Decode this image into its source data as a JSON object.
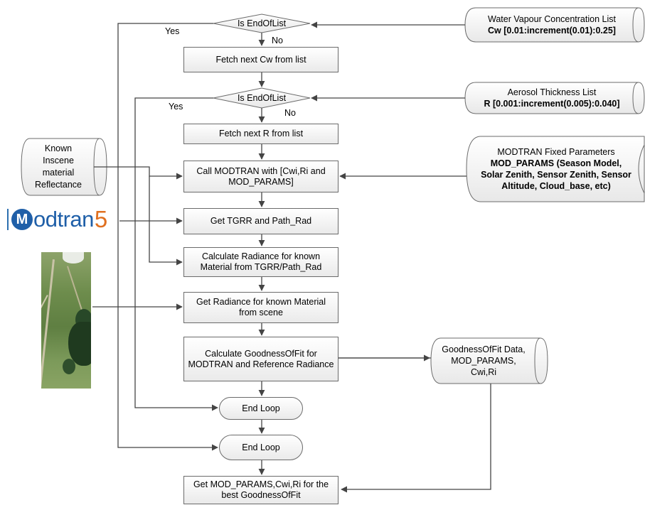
{
  "diagram": {
    "decisions": {
      "d1": "Is EndOfList",
      "d2": "Is EndOfList"
    },
    "processes": {
      "fetch_cw": "Fetch next Cw from list",
      "fetch_r": "Fetch next R from list",
      "call_modtran": "Call MODTRAN with [Cwi,Ri and MOD_PARAMS]",
      "get_tgrr": "Get TGRR and Path_Rad",
      "calc_radiance": "Calculate Radiance for known Material from TGRR/Path_Rad",
      "get_radiance_scene": "Get Radiance for known Material from scene",
      "calc_goodness": "Calculate GoodnessOfFit for MODTRAN and Reference Radiance",
      "get_best": "Get MOD_PARAMS,Cwi,Ri for the best GoodnessOfFit"
    },
    "terminators": {
      "end_loop_inner": "End Loop",
      "end_loop_outer": "End Loop"
    },
    "branch_labels": {
      "yes_1": "Yes",
      "no_1": "No",
      "yes_2": "Yes",
      "no_2": "No"
    },
    "data_stores": {
      "water_vapour": {
        "title": "Water Vapour Concentration List",
        "value": "Cw [0.01:increment(0.01):0.25]"
      },
      "aerosol": {
        "title": "Aerosol Thickness List",
        "value": "R [0.001:increment(0.005):0.040]"
      },
      "modtran_fixed": {
        "title": "MODTRAN Fixed Parameters",
        "line1": "MOD_PARAMS (Season Model,",
        "line2": "Solar Zenith, Sensor Zenith, Sensor",
        "line3": "Altitude, Cloud_base, etc)"
      },
      "known_material": {
        "line1": "Known",
        "line2": "Inscene",
        "line3": "material",
        "line4": "Reflectance"
      },
      "goodness_data": {
        "line1": "GoodnessOfFit Data,",
        "line2": "MOD_PARAMS,",
        "line3": "Cwi,Ri"
      }
    },
    "logo": {
      "brand": "odtran",
      "initial": "M",
      "version": "5"
    },
    "colors": {
      "line": "#444444",
      "box_border": "#6b6b6b",
      "logo_blue": "#1f5fa8",
      "logo_orange": "#e07020"
    }
  }
}
